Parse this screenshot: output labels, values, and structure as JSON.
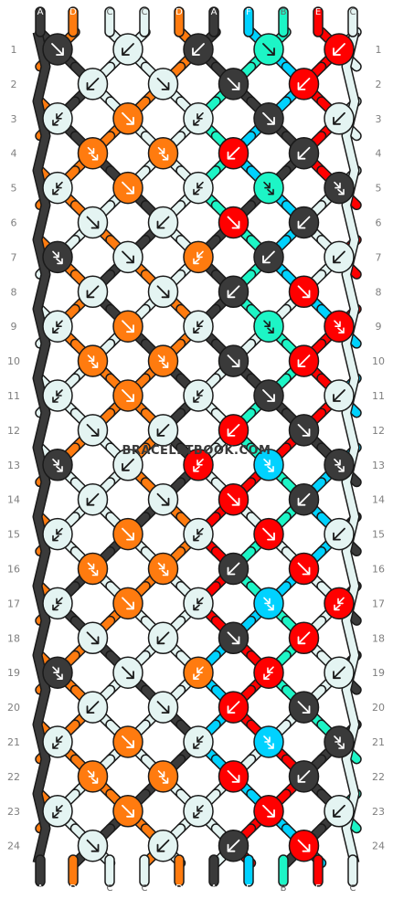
{
  "watermark": "BRACELETBOOK.COM",
  "strings_top": [
    "A",
    "D",
    "C",
    "C",
    "D",
    "A",
    "F",
    "B",
    "E",
    "C"
  ],
  "strings_bottom": [
    "A",
    "D",
    "C",
    "C",
    "D",
    "A",
    "F",
    "B",
    "E",
    "C"
  ],
  "row_numbers": [
    "1",
    "2",
    "3",
    "4",
    "5",
    "6",
    "7",
    "8",
    "9",
    "10",
    "11",
    "12",
    "13",
    "14",
    "15",
    "16",
    "17",
    "18",
    "19",
    "20",
    "21",
    "22",
    "23",
    "24"
  ],
  "colors": {
    "A": "#3a3a3a",
    "B": "#1df5c6",
    "C": "#e4f4f2",
    "D": "#ff7b0f",
    "E": "#ff0000",
    "F": "#00d2ff"
  },
  "knots": [
    [
      {
        "c": "A",
        "d": "br"
      },
      {
        "c": "C",
        "d": "bl"
      },
      {
        "c": "A",
        "d": "bl"
      },
      {
        "c": "B",
        "d": "br"
      },
      {
        "c": "E",
        "d": "bl"
      }
    ],
    [
      {
        "c": "C",
        "d": "bl"
      },
      {
        "c": "C",
        "d": "br"
      },
      {
        "c": "A",
        "d": "br"
      },
      {
        "c": "E",
        "d": "bl"
      }
    ],
    [
      {
        "c": "C",
        "d": "fl"
      },
      {
        "c": "D",
        "d": "br"
      },
      {
        "c": "C",
        "d": "fl"
      },
      {
        "c": "A",
        "d": "br"
      },
      {
        "c": "C",
        "d": "bl"
      }
    ],
    [
      {
        "c": "D",
        "d": "fr"
      },
      {
        "c": "D",
        "d": "fr"
      },
      {
        "c": "E",
        "d": "bl"
      },
      {
        "c": "A",
        "d": "bl"
      }
    ],
    [
      {
        "c": "C",
        "d": "fl"
      },
      {
        "c": "D",
        "d": "br"
      },
      {
        "c": "C",
        "d": "fl"
      },
      {
        "c": "B",
        "d": "fr"
      },
      {
        "c": "A",
        "d": "fr"
      }
    ],
    [
      {
        "c": "C",
        "d": "br"
      },
      {
        "c": "C",
        "d": "bl"
      },
      {
        "c": "E",
        "d": "br"
      },
      {
        "c": "A",
        "d": "bl"
      }
    ],
    [
      {
        "c": "A",
        "d": "fr"
      },
      {
        "c": "C",
        "d": "br"
      },
      {
        "c": "D",
        "d": "fl"
      },
      {
        "c": "A",
        "d": "bl"
      },
      {
        "c": "C",
        "d": "bl"
      }
    ],
    [
      {
        "c": "C",
        "d": "bl"
      },
      {
        "c": "C",
        "d": "br"
      },
      {
        "c": "A",
        "d": "bl"
      },
      {
        "c": "E",
        "d": "br"
      }
    ],
    [
      {
        "c": "C",
        "d": "fl"
      },
      {
        "c": "D",
        "d": "br"
      },
      {
        "c": "C",
        "d": "fl"
      },
      {
        "c": "B",
        "d": "fr"
      },
      {
        "c": "E",
        "d": "fr"
      }
    ],
    [
      {
        "c": "D",
        "d": "fr"
      },
      {
        "c": "D",
        "d": "fr"
      },
      {
        "c": "A",
        "d": "br"
      },
      {
        "c": "E",
        "d": "bl"
      }
    ],
    [
      {
        "c": "C",
        "d": "fl"
      },
      {
        "c": "D",
        "d": "br"
      },
      {
        "c": "C",
        "d": "fl"
      },
      {
        "c": "A",
        "d": "br"
      },
      {
        "c": "C",
        "d": "bl"
      }
    ],
    [
      {
        "c": "C",
        "d": "br"
      },
      {
        "c": "C",
        "d": "bl"
      },
      {
        "c": "E",
        "d": "bl"
      },
      {
        "c": "A",
        "d": "br"
      }
    ],
    [
      {
        "c": "A",
        "d": "fr"
      },
      {
        "c": "C",
        "d": "bl"
      },
      {
        "c": "E",
        "d": "fl"
      },
      {
        "c": "F",
        "d": "fr"
      },
      {
        "c": "A",
        "d": "fr"
      }
    ],
    [
      {
        "c": "C",
        "d": "bl"
      },
      {
        "c": "C",
        "d": "br"
      },
      {
        "c": "E",
        "d": "br"
      },
      {
        "c": "A",
        "d": "bl"
      }
    ],
    [
      {
        "c": "C",
        "d": "fl"
      },
      {
        "c": "D",
        "d": "br"
      },
      {
        "c": "C",
        "d": "fl"
      },
      {
        "c": "E",
        "d": "br"
      },
      {
        "c": "C",
        "d": "bl"
      }
    ],
    [
      {
        "c": "D",
        "d": "fr"
      },
      {
        "c": "D",
        "d": "fr"
      },
      {
        "c": "A",
        "d": "bl"
      },
      {
        "c": "E",
        "d": "br"
      }
    ],
    [
      {
        "c": "C",
        "d": "fl"
      },
      {
        "c": "D",
        "d": "br"
      },
      {
        "c": "C",
        "d": "fl"
      },
      {
        "c": "F",
        "d": "fr"
      },
      {
        "c": "E",
        "d": "fl"
      }
    ],
    [
      {
        "c": "C",
        "d": "br"
      },
      {
        "c": "C",
        "d": "bl"
      },
      {
        "c": "A",
        "d": "br"
      },
      {
        "c": "E",
        "d": "bl"
      }
    ],
    [
      {
        "c": "A",
        "d": "fr"
      },
      {
        "c": "C",
        "d": "br"
      },
      {
        "c": "D",
        "d": "fl"
      },
      {
        "c": "E",
        "d": "fl"
      },
      {
        "c": "C",
        "d": "bl"
      }
    ],
    [
      {
        "c": "C",
        "d": "bl"
      },
      {
        "c": "C",
        "d": "br"
      },
      {
        "c": "E",
        "d": "bl"
      },
      {
        "c": "A",
        "d": "br"
      }
    ],
    [
      {
        "c": "C",
        "d": "fl"
      },
      {
        "c": "D",
        "d": "br"
      },
      {
        "c": "C",
        "d": "fl"
      },
      {
        "c": "F",
        "d": "fr"
      },
      {
        "c": "A",
        "d": "fr"
      }
    ],
    [
      {
        "c": "D",
        "d": "fr"
      },
      {
        "c": "D",
        "d": "fr"
      },
      {
        "c": "E",
        "d": "br"
      },
      {
        "c": "A",
        "d": "bl"
      }
    ],
    [
      {
        "c": "C",
        "d": "fl"
      },
      {
        "c": "D",
        "d": "br"
      },
      {
        "c": "C",
        "d": "fl"
      },
      {
        "c": "E",
        "d": "br"
      },
      {
        "c": "C",
        "d": "bl"
      }
    ],
    [
      {
        "c": "C",
        "d": "br"
      },
      {
        "c": "C",
        "d": "bl"
      },
      {
        "c": "A",
        "d": "bl"
      },
      {
        "c": "E",
        "d": "br"
      }
    ]
  ]
}
